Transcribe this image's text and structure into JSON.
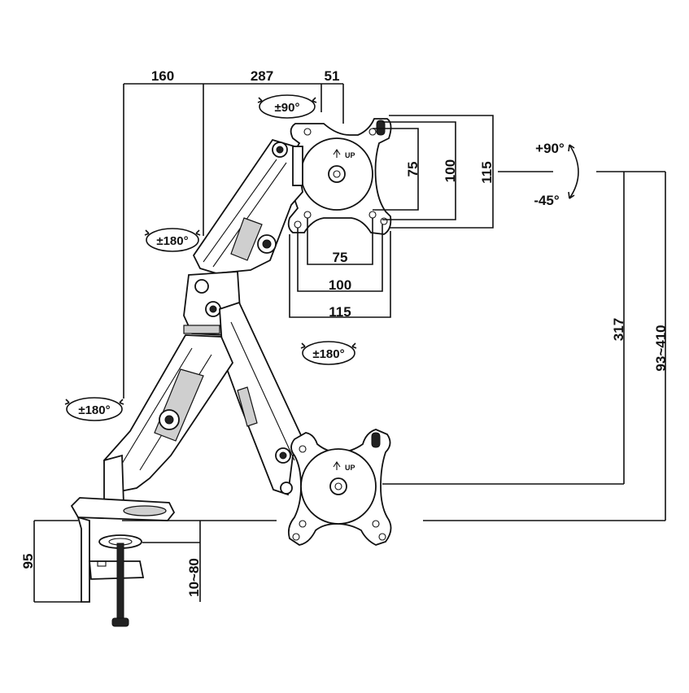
{
  "dimensions": {
    "top": {
      "left": "160",
      "middle": "287",
      "right": "51"
    },
    "vesa_vertical": [
      "75",
      "100",
      "115"
    ],
    "vesa_horizontal": [
      "75",
      "100",
      "115"
    ],
    "height_317": "317",
    "height_range": "93~410",
    "clamp_height": "95",
    "desk_thickness": "10~80"
  },
  "rotations": {
    "tilt_up": "+90°",
    "tilt_down": "-45°",
    "head_rotation": "±90°",
    "upper_arm_swivel": "±180°",
    "lower_arm_swivel": "±180°",
    "base_swivel": "±180°"
  },
  "markings": {
    "up_label": "UP"
  }
}
